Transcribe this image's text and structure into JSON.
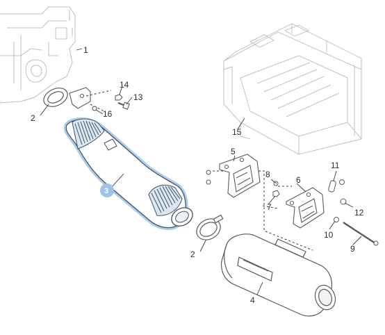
{
  "diagram": {
    "highlight_color": "#9ec3e6",
    "line_color": "#5a5a5a",
    "ghost_color": "#b8b8b8",
    "callouts": [
      {
        "id": "c1",
        "label": "1"
      },
      {
        "id": "c2a",
        "label": "2"
      },
      {
        "id": "c2b",
        "label": "2"
      },
      {
        "id": "c3",
        "label": "3",
        "highlighted": true
      },
      {
        "id": "c4",
        "label": "4"
      },
      {
        "id": "c5",
        "label": "5"
      },
      {
        "id": "c6",
        "label": "6"
      },
      {
        "id": "c7",
        "label": "7"
      },
      {
        "id": "c8",
        "label": "8"
      },
      {
        "id": "c9",
        "label": "9"
      },
      {
        "id": "c10",
        "label": "10"
      },
      {
        "id": "c11",
        "label": "11"
      },
      {
        "id": "c12",
        "label": "12"
      },
      {
        "id": "c13",
        "label": "13"
      },
      {
        "id": "c14",
        "label": "14"
      },
      {
        "id": "c15",
        "label": "15"
      },
      {
        "id": "c16",
        "label": "16"
      }
    ]
  }
}
